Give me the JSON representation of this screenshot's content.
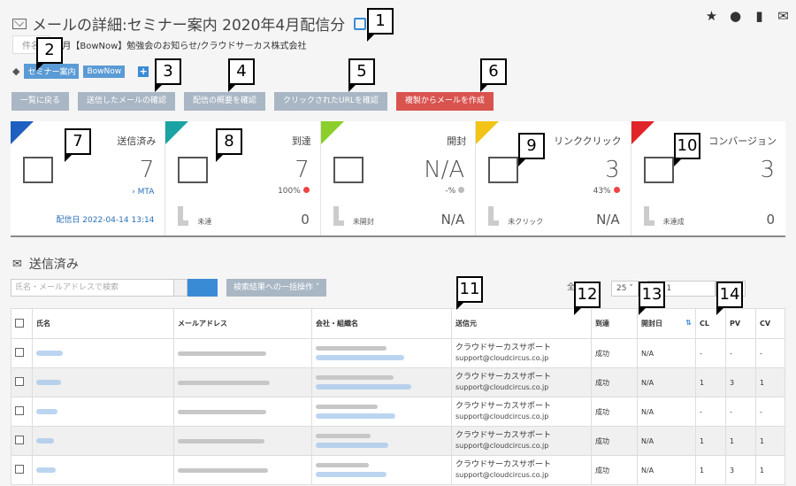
{
  "title": "メールの詳細:セミナー案内 2020年4月配信分",
  "subject_btn": "件名",
  "subject": "4月【BowNow】勉強会のお知らせ/クラウドサーカス株式会社",
  "tags": [
    "セミナー案内",
    "BowNow"
  ],
  "tag_add": "+",
  "buttons": [
    "一覧に戻る",
    "送信したメールの確認",
    "配信の概要を確認",
    "クリックされたURLを確認",
    "複製からメールを作成"
  ],
  "callouts": [
    "1",
    "2",
    "3",
    "4",
    "5",
    "6",
    "7",
    "8",
    "9",
    "10",
    "11",
    "12",
    "13",
    "14"
  ],
  "stats": [
    {
      "label": "送信済み",
      "value": "7",
      "link": "MTA",
      "date": "配信日 2022-04-14 13:14",
      "color": "#1f5fbf"
    },
    {
      "label": "到達",
      "value": "7",
      "pct": "100%",
      "sublabel": "未達",
      "subval": "0",
      "color": "#1aa3a3"
    },
    {
      "label": "開封",
      "value": "N/A",
      "pct": "-%",
      "sublabel": "未開封",
      "subval": "N/A",
      "color": "#8ccf2a"
    },
    {
      "label": "リンククリック",
      "value": "3",
      "pct": "43%",
      "sublabel": "未クリック",
      "subval": "N/A",
      "color": "#f2c417"
    },
    {
      "label": "コンバージョン",
      "value": "3",
      "sublabel": "未達成",
      "subval": "0",
      "color": "#e0242a"
    }
  ],
  "section_title": "送信済み",
  "search_placeholder": "氏名・メールアドレスで検索",
  "bulk_label": "検索結果への一括操作 ˅",
  "pager": {
    "all": "全",
    "per_page": "25 ˅",
    "prev": "‹",
    "page": "1",
    "next": "›",
    "last": "»"
  },
  "table": {
    "headers": [
      "氏名",
      "メールアドレス",
      "会社・組織名",
      "送信元",
      "到達",
      "開封日",
      "CL",
      "PV",
      "CV"
    ],
    "rows": [
      {
        "sender": "クラウドサーカスサポート",
        "sender_mail": "support@cloudcircus.co.jp",
        "arrival": "成功",
        "open": "N/A",
        "cl": "-",
        "pv": "-",
        "cv": "-"
      },
      {
        "sender": "クラウドサーカスサポート",
        "sender_mail": "support@cloudcircus.co.jp",
        "arrival": "成功",
        "open": "N/A",
        "cl": "1",
        "pv": "3",
        "cv": "1"
      },
      {
        "sender": "クラウドサーカスサポート",
        "sender_mail": "support@cloudcircus.co.jp",
        "arrival": "成功",
        "open": "N/A",
        "cl": "-",
        "pv": "-",
        "cv": "-"
      },
      {
        "sender": "クラウドサーカスサポート",
        "sender_mail": "support@cloudcircus.co.jp",
        "arrival": "成功",
        "open": "N/A",
        "cl": "1",
        "pv": "1",
        "cv": "1"
      },
      {
        "sender": "クラウドサーカスサポート",
        "sender_mail": "support@cloudcircus.co.jp",
        "arrival": "成功",
        "open": "N/A",
        "cl": "1",
        "pv": "3",
        "cv": "1"
      }
    ]
  }
}
